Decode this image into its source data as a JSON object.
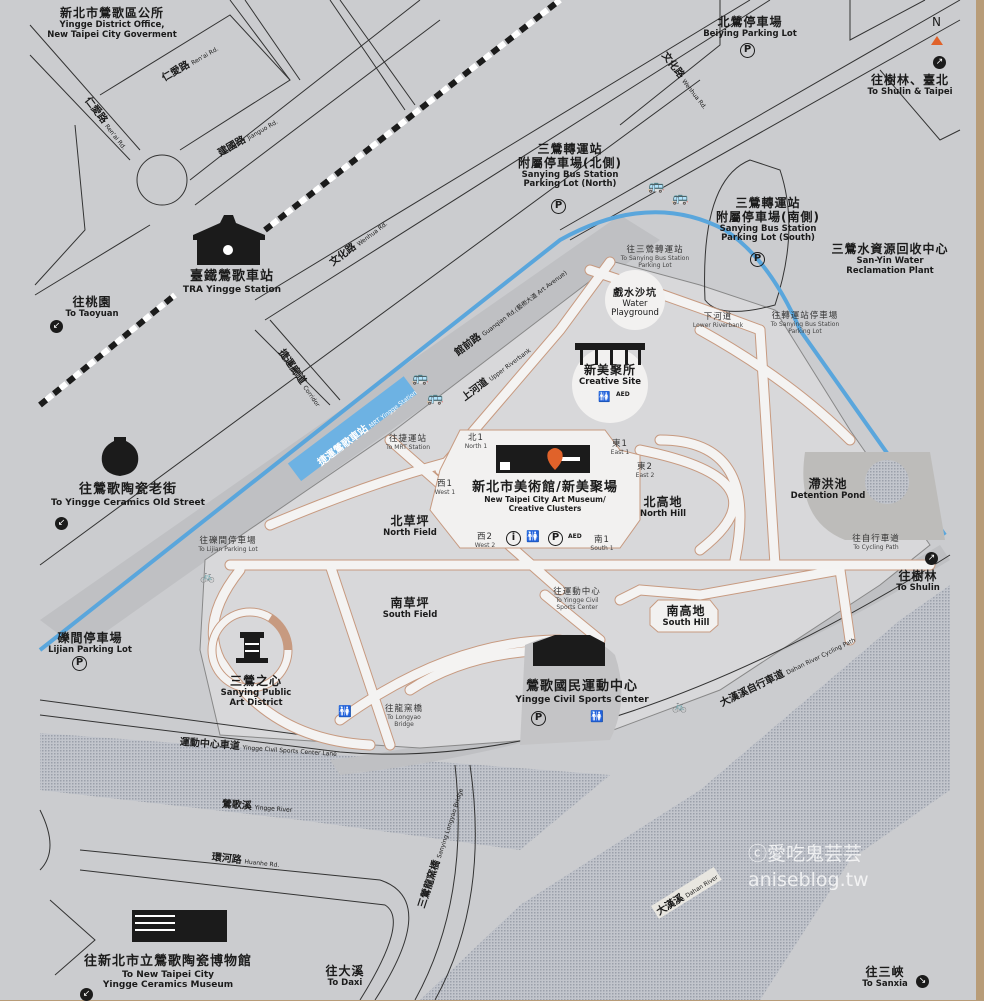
{
  "north": "N",
  "places": {
    "district_office": {
      "zh": "新北市鶯歌區公所",
      "en1": "Yingge District Office,",
      "en2": "New Taipei City Goverment"
    },
    "tra_station": {
      "zh": "臺鐵鶯歌車站",
      "en": "TRA Yingge Station"
    },
    "to_taoyuan": {
      "zh": "往桃園",
      "en": "To Taoyuan"
    },
    "mrt_station": {
      "zh": "捷運鶯歌車站",
      "en": "MRT Yingge Station"
    },
    "old_street": {
      "zh": "往鶯歌陶瓷老街",
      "en": "To Yingge Ceramics Old Street"
    },
    "lijian_parking": {
      "zh": "礫間停車場",
      "en": "Lijian Parking Lot"
    },
    "sanying_art": {
      "zh": "三鶯之心",
      "en1": "Sanying Public",
      "en2": "Art District"
    },
    "ceramics_museum": {
      "zh": "往新北市立鶯歌陶瓷博物館",
      "en1": "To New Taipei City",
      "en2": "Yingge Ceramics Museum"
    },
    "to_daxi": {
      "zh": "往大溪",
      "en": "To Daxi"
    },
    "to_sanxia": {
      "zh": "往三峽",
      "en": "To Sanxia"
    },
    "beiying_parking": {
      "zh": "北鶯停車場",
      "en": "Beiying Parking Lot"
    },
    "bus_north": {
      "zh1": "三鶯轉運站",
      "zh2": "附屬停車場(北側)",
      "en1": "Sanying Bus Station",
      "en2": "Parking Lot (North)"
    },
    "bus_south": {
      "zh1": "三鶯轉運站",
      "zh2": "附屬停車場(南側)",
      "en1": "Sanying Bus Station",
      "en2": "Parking Lot (South)"
    },
    "water_plant": {
      "zh": "三鶯水資源回收中心",
      "en1": "San-Yin Water",
      "en2": "Reclamation Plant"
    },
    "to_shulin_taipei": {
      "zh": "往樹林、臺北",
      "en": "To Shulin & Taipei"
    },
    "water_playground": {
      "zh": "戲水沙坑",
      "en1": "Water",
      "en2": "Playground"
    },
    "creative_site": {
      "zh": "新美聚所",
      "en": "Creative Site"
    },
    "art_museum": {
      "zh": "新北市美術館/新美聚場",
      "en1": "New Taipei City Art Museum/",
      "en2": "Creative Clusters"
    },
    "north_field": {
      "zh": "北草坪",
      "en": "North Field"
    },
    "south_field": {
      "zh": "南草坪",
      "en": "South Field"
    },
    "north_hill": {
      "zh": "北高地",
      "en": "North Hill"
    },
    "south_hill": {
      "zh": "南高地",
      "en": "South Hill"
    },
    "detention_pond": {
      "zh": "滯洪池",
      "en": "Detention Pond"
    },
    "sports_center": {
      "zh": "鶯歌國民運動中心",
      "en": "Yingge Civil Sports Center"
    }
  },
  "directions": {
    "to_mrt": {
      "zh": "往捷運站",
      "en": "To MRT Station"
    },
    "to_bus_lot_1": {
      "zh": "往三鶯轉運站",
      "en1": "To Sanying Bus Station",
      "en2": "Parking Lot"
    },
    "lower_riverbank": {
      "zh": "下河道",
      "en": "Lower Riverbank"
    },
    "to_bus_lot_2": {
      "zh": "往轉運站停車場",
      "en1": "To Sanying Bus Station",
      "en2": "Parking Lot"
    },
    "to_lijian": {
      "zh": "往礫間停車場",
      "en": "To Lijian Parking Lot"
    },
    "to_sports": {
      "zh": "往運動中心",
      "en1": "To Yingge Civil",
      "en2": "Sports Center"
    },
    "to_longyao": {
      "zh": "往龍窯橋",
      "en1": "To Longyao",
      "en2": "Bridge"
    },
    "to_cycling": {
      "zh": "往自行車道",
      "en": "To Cycling Path"
    },
    "to_shulin": {
      "zh": "往樹林",
      "en": "To Shulin"
    }
  },
  "entrances": {
    "north1": {
      "zh": "北1",
      "en": "North 1"
    },
    "east1": {
      "zh": "東1",
      "en": "East 1"
    },
    "east2": {
      "zh": "東2",
      "en": "East 2"
    },
    "west1": {
      "zh": "西1",
      "en": "West 1"
    },
    "west2": {
      "zh": "西2",
      "en": "West 2"
    },
    "south1": {
      "zh": "南1",
      "en": "South 1"
    }
  },
  "roads": {
    "renai_1": {
      "zh": "仁愛路",
      "en": "Ren'ai Rd."
    },
    "renai_2": {
      "zh": "仁愛路",
      "en": "Ren'ai Rd."
    },
    "jianguo": {
      "zh": "建國路",
      "en": "Jianguo Rd."
    },
    "wenhua_1": {
      "zh": "文化路",
      "en": "Wenhua Rd."
    },
    "wenhua_2": {
      "zh": "文化路",
      "en": "Wenhua Rd."
    },
    "corridor": {
      "zh": "捷運廊道",
      "en": "Corridor"
    },
    "guanqian": {
      "zh": "館前路",
      "en": "Guanqian Rd.(藝術大道 Art Avenue)"
    },
    "upper_riverbank": {
      "zh": "上河道",
      "en": "Upper Riverbank"
    },
    "sports_lane": {
      "zh": "運動中心車道",
      "en": "Yingge Civil Sports Center Lane"
    },
    "yingge_river": {
      "zh": "鶯歌溪",
      "en": "Yingge River"
    },
    "huanhe": {
      "zh": "環河路",
      "en": "Huanhe Rd."
    },
    "longyao_bridge": {
      "zh": "三鶯龍窯橋",
      "en": "Sanying Longyao Bridge"
    },
    "dahan_cycling": {
      "zh": "大漢溪自行車道",
      "en": "Dahan River Cycling Path"
    },
    "dahan_river": {
      "zh": "大漢溪",
      "en": "Dahan River"
    }
  },
  "facility_glyphs": {
    "parking": "P",
    "info": "i",
    "restroom": "🚻",
    "aed": "AED",
    "bus": "🚌",
    "bike": "🚲",
    "arrow_sw": "↙",
    "arrow_ne": "↗",
    "arrow_se": "↘",
    "pin": "●"
  },
  "watermark": {
    "line1": "ⓒ愛吃鬼芸芸",
    "line2": "aniseblog.tw"
  },
  "colors": {
    "board": "#cbcccf",
    "park": "#dcdcde",
    "path": "#f4f3f2",
    "path_edge": "#c79a80",
    "mrt": "#5aa6dc",
    "river_hatch": "#9ea3ad",
    "accent": "#e0622a"
  }
}
